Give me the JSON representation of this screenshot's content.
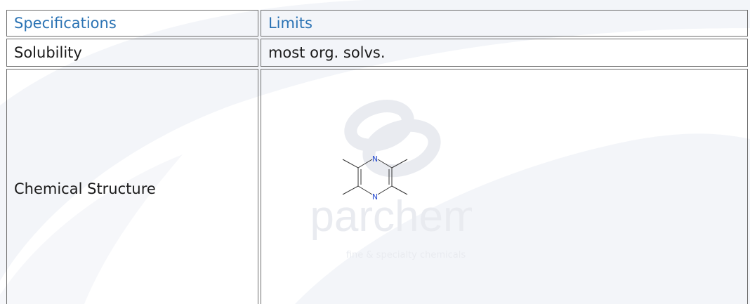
{
  "table": {
    "headers": [
      "Specifications",
      "Limits"
    ],
    "rows": [
      {
        "spec": "Solubility",
        "limit": "most org. solvs."
      },
      {
        "spec": "Chemical Structure",
        "limit": ""
      }
    ]
  },
  "structure": {
    "atoms": [
      "N",
      "N"
    ]
  },
  "watermark": {
    "brand": "parchem",
    "tagline": "fine & specialty chemicals"
  },
  "colors": {
    "header_text": "#2b73b4",
    "nitrogen": "#2b4fd1"
  }
}
